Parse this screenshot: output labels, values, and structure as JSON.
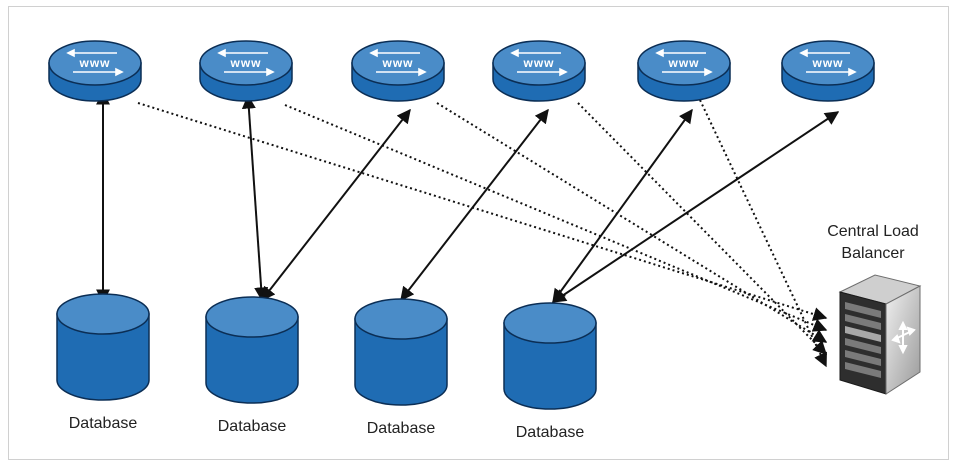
{
  "diagram": {
    "router_label": "www",
    "database_label": "Database",
    "balancer_label_line1": "Central Load",
    "balancer_label_line2": "Balancer",
    "routers": [
      {
        "id": "r1"
      },
      {
        "id": "r2"
      },
      {
        "id": "r3"
      },
      {
        "id": "r4"
      },
      {
        "id": "r5"
      },
      {
        "id": "r6"
      }
    ],
    "databases": [
      {
        "id": "db1"
      },
      {
        "id": "db2"
      },
      {
        "id": "db3"
      },
      {
        "id": "db4"
      }
    ],
    "solid_links": [
      {
        "from": "r1",
        "to": "db1"
      },
      {
        "from": "r2",
        "to": "db2"
      },
      {
        "from": "r3",
        "to": "db2"
      },
      {
        "from": "r4",
        "to": "db3"
      },
      {
        "from": "r5",
        "to": "db4"
      },
      {
        "from": "r6",
        "to": "db4"
      }
    ],
    "dotted_links": [
      {
        "from": "r1",
        "to": "balancer"
      },
      {
        "from": "r2",
        "to": "balancer"
      },
      {
        "from": "r3",
        "to": "balancer"
      },
      {
        "from": "r4",
        "to": "balancer"
      },
      {
        "from": "r5",
        "to": "balancer"
      }
    ],
    "colors": {
      "device_top": "#4a8cc8",
      "device_side": "#1f6cb3",
      "device_edge": "#0b2e55",
      "link": "#111111"
    }
  }
}
